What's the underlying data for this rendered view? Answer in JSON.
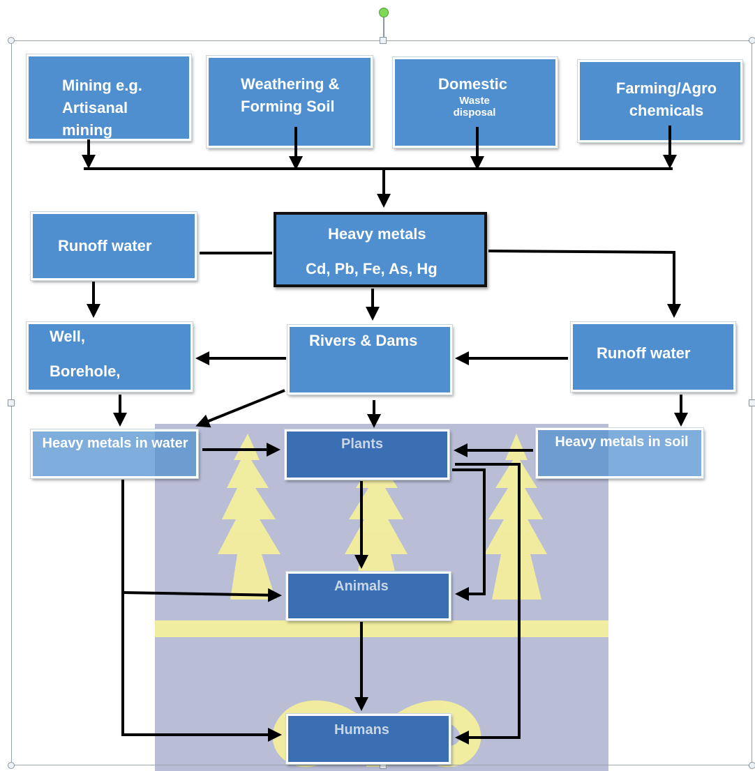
{
  "diagram": {
    "sources": {
      "mining": "Mining e.g. Artisanal mining",
      "weathering": "Weathering & Forming Soil",
      "domestic_title": "Domestic",
      "domestic_sub": "Waste disposal",
      "farming": "Farming/Agro chemicals"
    },
    "heavy_metals": {
      "title": "Heavy metals",
      "list": "Cd, Pb, Fe, As, Hg"
    },
    "runoff_left": "Runoff water",
    "runoff_right": "Runoff water",
    "well_borehole_line1": "Well,",
    "well_borehole_line2": "Borehole,",
    "rivers_dams": "Rivers & Dams",
    "hm_water": "Heavy metals in water",
    "plants": "Plants",
    "hm_soil": "Heavy metals in soil",
    "animals": "Animals",
    "humans": "Humans"
  },
  "colors": {
    "box_fill": "#4f8fcf",
    "box_fill_dark": "#3b6fb4",
    "watermark_panel": "#b9bdd6",
    "watermark_crest": "#f6f19a"
  },
  "icons": {
    "watermark": "university-crest-watermark",
    "rotate_handle": "rotate-handle-icon",
    "resize_handles": "resize-handle-icon"
  }
}
